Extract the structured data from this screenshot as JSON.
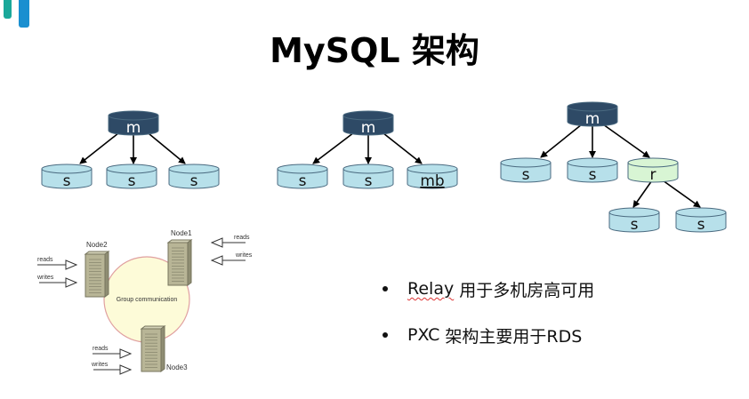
{
  "title": "MySQL 架构",
  "colors": {
    "master": "#2e4a66",
    "slave": "#b7e0ea",
    "relay": "#d8f5d4",
    "logo_green": "#1aa89a",
    "logo_blue": "#1a8fd0"
  },
  "diagrams": {
    "d1": {
      "master": "m",
      "slaves": [
        "s",
        "s",
        "s"
      ]
    },
    "d2": {
      "master": "m",
      "slaves": [
        "s",
        "s",
        "mb"
      ]
    },
    "d3": {
      "master": "m",
      "slaves": [
        "s",
        "s"
      ],
      "relay": "r",
      "relay_slaves": [
        "s",
        "s"
      ]
    }
  },
  "group": {
    "center_label": "Group communication",
    "node1": "Node1",
    "node2": "Node2",
    "node3": "Node3",
    "reads": "reads",
    "writes": "writes"
  },
  "bullets": [
    {
      "prefix": "Relay",
      "text": " 用于多机房高可用"
    },
    {
      "prefix": "PXC",
      "text": " 架构主要用于RDS"
    }
  ]
}
